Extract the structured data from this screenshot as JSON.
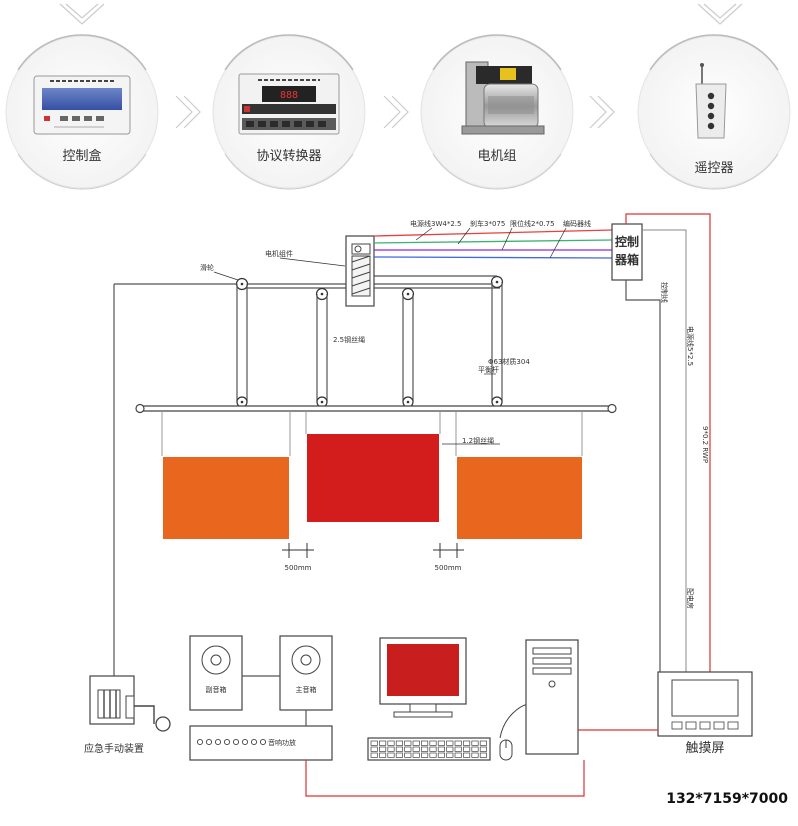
{
  "components": [
    {
      "label": "控制盒",
      "icon": "control-box-icon"
    },
    {
      "label": "协议转换器",
      "icon": "protocol-converter-icon"
    },
    {
      "label": "电机组",
      "icon": "motor-unit-icon"
    },
    {
      "label": "遥控器",
      "icon": "remote-control-icon"
    }
  ],
  "labels": {
    "power_line_1": "电源线3W4*2.5",
    "brake_line": "刹车3*075",
    "limit_line": "限位线2*0.75",
    "encoder_line": "编码器线",
    "motor_assembly": "电机组件",
    "pulley": "滑轮",
    "wire_rope_1": "2.5钢丝绳",
    "balance_bar": "平衡杆",
    "pipe_spec": "Φ63材质304",
    "wire_rope_2": "1.2钢丝绳",
    "gap_left": "500mm",
    "gap_right": "500mm",
    "control_box_line1": "控制",
    "control_box_line2": "器箱",
    "control_line": "控制线",
    "power_line_2": "电源线5*2.5",
    "rwp_line": "9*0.2 RWP",
    "distribution_room": "配电房",
    "touchscreen": "触摸屏",
    "manual_device": "应急手动装置",
    "sub_speaker": "副音箱",
    "main_speaker": "主音箱",
    "amplifier": "音响功放",
    "model_code": "132*7159*7000"
  },
  "colors": {
    "orange_screen": "#e8661e",
    "red_screen": "#d31c1c",
    "power_line": "#e84040",
    "brake_line": "#3cb371",
    "limit_line": "#8a2be2",
    "encoder_line": "#4169e1",
    "monitor_screen": "#c81e1e"
  }
}
